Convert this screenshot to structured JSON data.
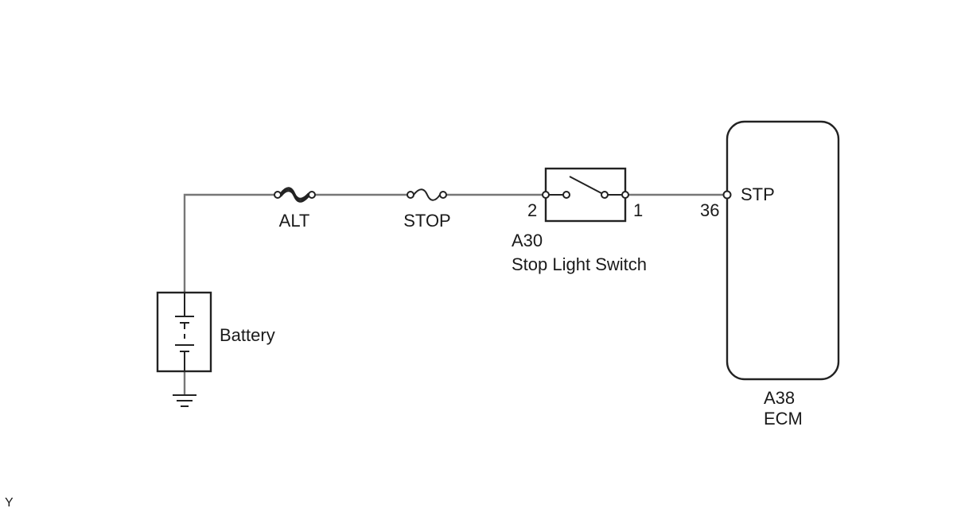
{
  "battery": {
    "label": "Battery"
  },
  "fuses": [
    {
      "label": "ALT"
    },
    {
      "label": "STOP"
    }
  ],
  "stop_light_switch": {
    "connector": "A30",
    "name": "Stop Light Switch",
    "pin_in": "2",
    "pin_out": "1"
  },
  "ecm": {
    "connector": "A38",
    "name": "ECM",
    "pin": "36",
    "signal": "STP"
  },
  "footer": {
    "mark": "Y"
  }
}
